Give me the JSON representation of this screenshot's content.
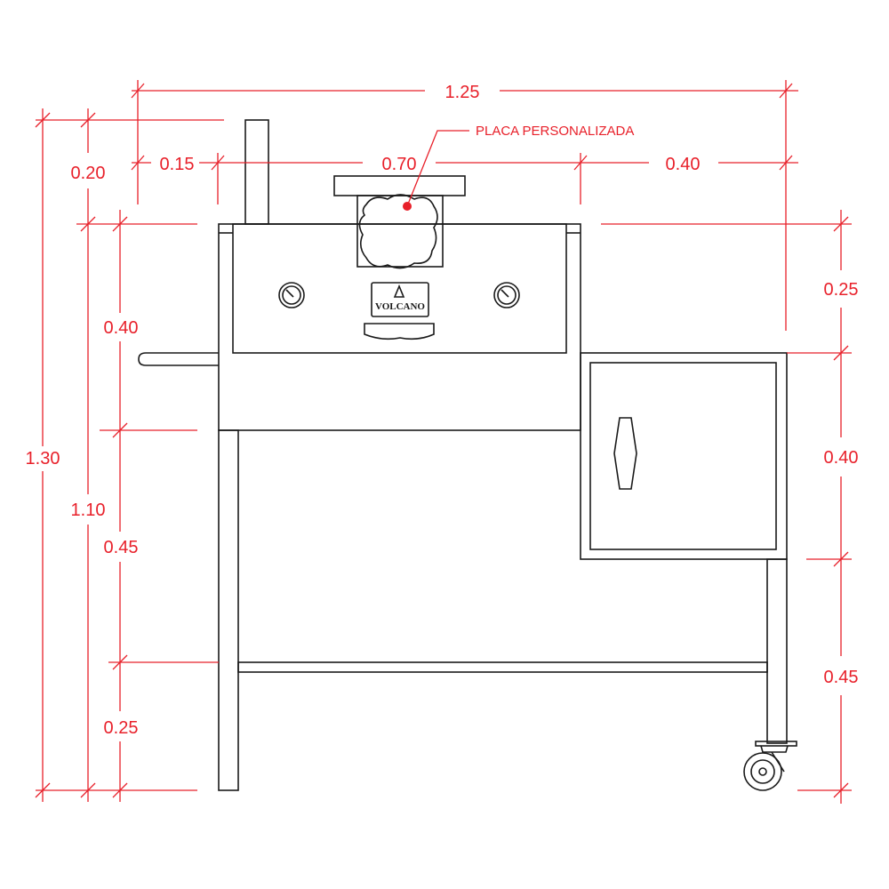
{
  "dimensions": {
    "overall_width": "1.25",
    "chimney_height": "0.20",
    "chimney_offset": "0.15",
    "hood_width": "0.70",
    "side_shelf_width": "0.40",
    "hood_height_left": "0.40",
    "hood_height_right": "0.25",
    "overall_height": "1.30",
    "body_height": "1.10",
    "lower_section_left": "0.45",
    "cabinet_height": "0.40",
    "bottom_shelf_height": "0.25",
    "leg_height_right": "0.45"
  },
  "callout": {
    "label": "PLACA PERSONALIZADA"
  },
  "logo": {
    "text": "VOLCANO"
  },
  "colors": {
    "dimension": "#e8202a",
    "outline": "#1a1a1a"
  }
}
